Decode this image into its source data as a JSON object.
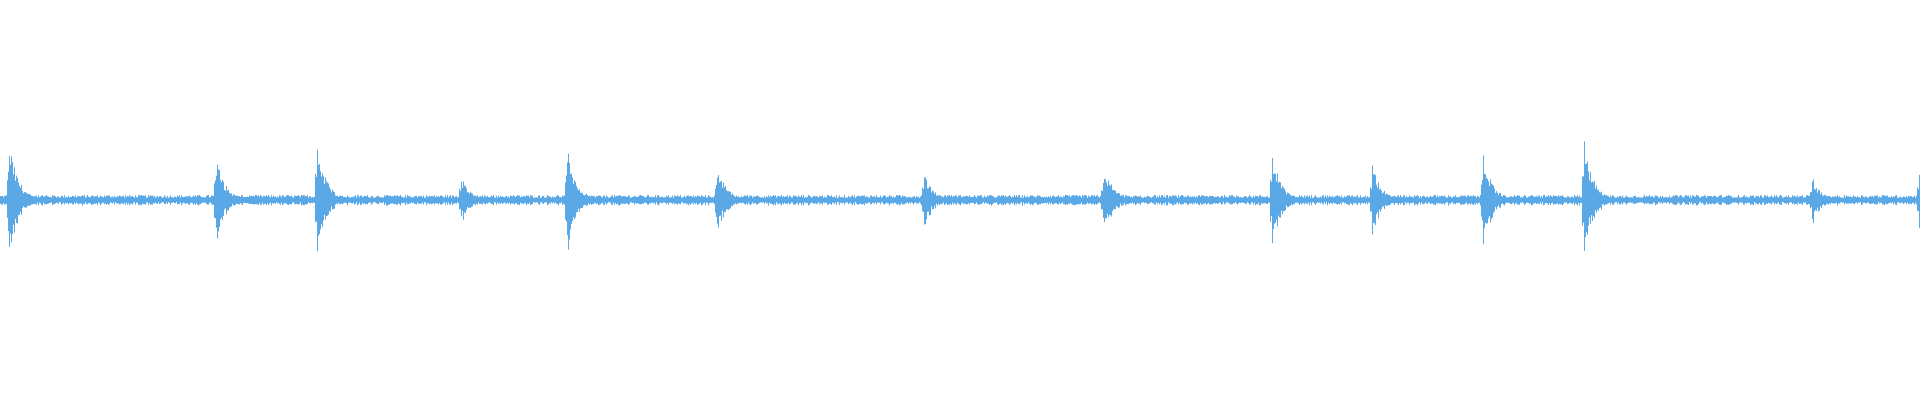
{
  "waveform": {
    "color": "#5aa9e6",
    "background": "#ffffff",
    "baseline_amplitude": 0.018,
    "transients": [
      {
        "t": 0.0045,
        "amp": 0.3
      },
      {
        "t": 0.112,
        "amp": 0.24
      },
      {
        "t": 0.165,
        "amp": 0.3
      },
      {
        "t": 0.24,
        "amp": 0.12
      },
      {
        "t": 0.295,
        "amp": 0.28
      },
      {
        "t": 0.373,
        "amp": 0.2
      },
      {
        "t": 0.481,
        "amp": 0.15
      },
      {
        "t": 0.574,
        "amp": 0.15
      },
      {
        "t": 0.577,
        "amp": 0.12
      },
      {
        "t": 0.662,
        "amp": 0.26
      },
      {
        "t": 0.7145,
        "amp": 0.18
      },
      {
        "t": 0.772,
        "amp": 0.26
      },
      {
        "t": 0.825,
        "amp": 0.3
      },
      {
        "t": 0.9435,
        "amp": 0.12
      },
      {
        "t": 0.999,
        "amp": 0.14
      }
    ]
  }
}
